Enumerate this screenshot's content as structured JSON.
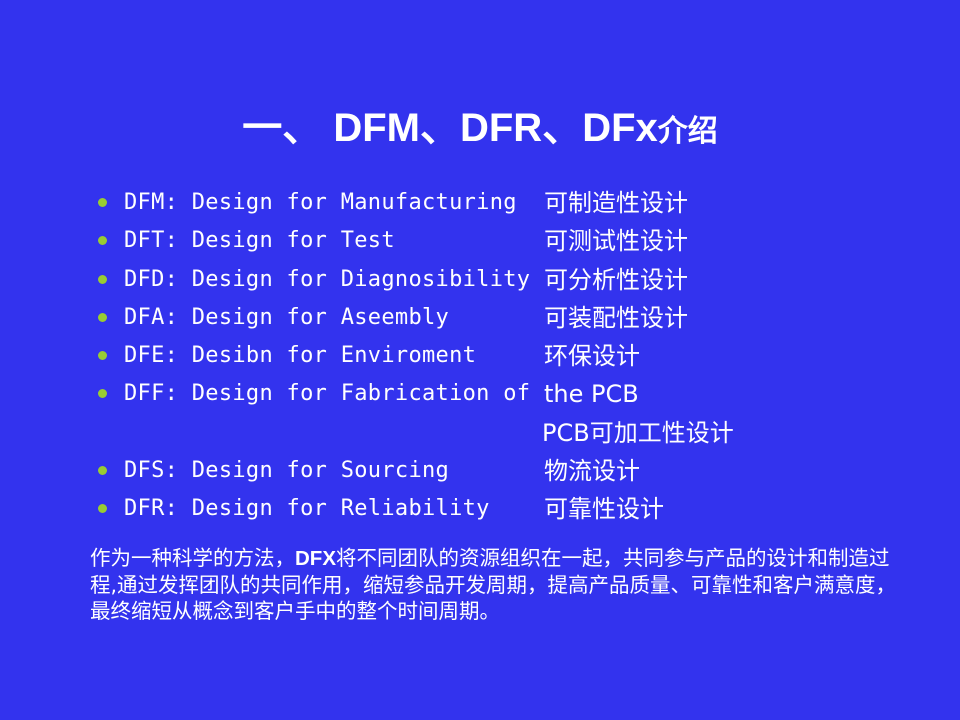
{
  "slide": {
    "title": {
      "prefix": "一、 DFM、DFR、DFx",
      "suffix": "介绍"
    },
    "bullet_color": "#99cc33",
    "background_color": "#3333ee",
    "items": [
      {
        "en": "DFM: Design for Manufacturing",
        "cn": "可制造性设计"
      },
      {
        "en": "DFT: Design for Test",
        "cn": "可测试性设计"
      },
      {
        "en": "DFD: Design for Diagnosibility",
        "cn": "可分析性设计"
      },
      {
        "en": "DFA: Design for Aseembly",
        "cn": "可装配性设计"
      },
      {
        "en": "DFE: Desibn for Enviroment",
        "cn": "环保设计"
      },
      {
        "en": "DFF: Design for Fabrication of",
        "cn": "the PCB"
      },
      {
        "cont": "PCB可加工性设计"
      },
      {
        "en": "DFS: Design for Sourcing",
        "cn": "物流设计"
      },
      {
        "en": "DFR: Design for Reliability",
        "cn": "可靠性设计"
      }
    ],
    "paragraph": {
      "before": "作为一种科学的方法，",
      "bold": "DFX",
      "after": "将不同团队的资源组织在一起，共同参与产品的设计和制造过程,通过发挥团队的共同作用，缩短参品开发周期，提高产品质量、可靠性和客户满意度，最终缩短从概念到客户手中的整个时间周期。"
    }
  }
}
